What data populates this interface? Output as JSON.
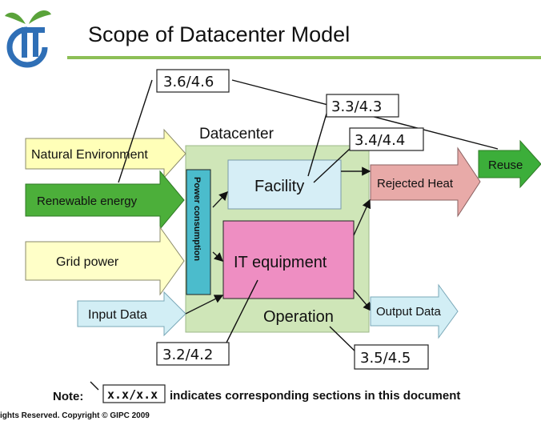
{
  "header": {
    "title": "Scope of Datacenter Model"
  },
  "inputs": {
    "natural_environment": "Natural Environment",
    "renewable_energy": "Renewable energy",
    "grid_power": "Grid power",
    "input_data": "Input Data"
  },
  "datacenter": {
    "label": "Datacenter",
    "power_consumption": "Power consumption",
    "facility": "Facility",
    "it_equipment": "IT equipment",
    "operation": "Operation"
  },
  "outputs": {
    "rejected_heat": "Rejected Heat",
    "reuse": "Reuse",
    "output_data": "Output Data"
  },
  "section_tags": {
    "tag_top": "3.6/4.6",
    "tag_facility_a": "3.3/4.3",
    "tag_facility_b": "3.4/4.4",
    "tag_it": "3.2/4.2",
    "tag_operation": "3.5/4.5"
  },
  "note": {
    "label": "Note:",
    "example_tag": "x.x/x.x",
    "text": "indicates corresponding sections in this document"
  },
  "footer": {
    "copyright": "ights Reserved. Copyright © GIPC 2009"
  },
  "colors": {
    "logo_blue": "#2f6fb6",
    "logo_green": "#5aa33a",
    "header_rule": "#8dbf56",
    "natural_yellow": "#ffffb8",
    "renewable_green": "#4caf3a",
    "grid_yellow": "#ffffc8",
    "input_blue": "#d2eef5",
    "datacenter_bg": "#cfe6b8",
    "power_teal": "#4bbccc",
    "facility_blue": "#d6eef6",
    "it_pink": "#ee8ec2",
    "heat_pink": "#e8aaa8",
    "reuse_green": "#3cae3a",
    "output_blue": "#d2eef5"
  }
}
